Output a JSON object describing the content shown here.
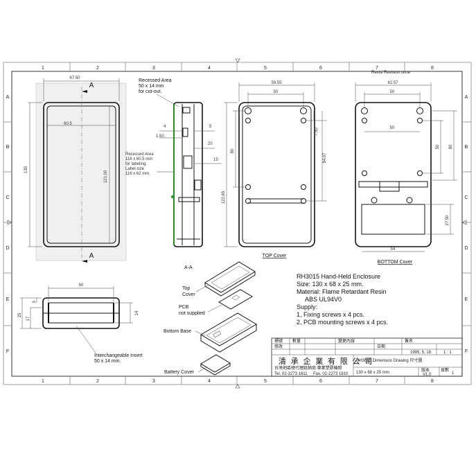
{
  "zones": {
    "columns": [
      "1",
      "2",
      "3",
      "4",
      "5",
      "6",
      "7",
      "8"
    ],
    "rows": [
      "A",
      "B",
      "C",
      "D",
      "E",
      "F"
    ]
  },
  "revision_header": "Revisi Revision none",
  "section_marks": {
    "a_top": "A",
    "a_bottom": "A",
    "aa_label": "A-A"
  },
  "front_view": {
    "dims": {
      "width": "67.50",
      "inner_width": "60.5",
      "height": "130",
      "inner_height": "121.00"
    }
  },
  "recessed_area_note": [
    "Recessed Area",
    "50 x 14 mm",
    "for cut-out."
  ],
  "recessed_label_note": [
    "Recessed Area",
    "116 x 60.5 mm",
    "for labeling.",
    "Label size",
    "116 x 62 mm."
  ],
  "side_view": {
    "dims": {
      "d4": "4",
      "d5": "5",
      "d150": "1.50",
      "d20": "20",
      "d15": "15"
    }
  },
  "top_cover": {
    "title": "TOP Cover",
    "dims": {
      "width": "59.55",
      "hole_span": "50",
      "d750": "7.50",
      "d80": "80",
      "d8407": "84.07",
      "d12265": "122.65"
    }
  },
  "bottom_cover": {
    "title": "BOTTOM Cover",
    "dims": {
      "width": "62.57",
      "hole_span": "50",
      "inner_span": "50",
      "v80": "80",
      "v50": "50",
      "d2750": "27.50",
      "d54": "54"
    }
  },
  "end_view": {
    "dims": {
      "width": "50",
      "h25": "25",
      "h17": "17",
      "h3": "3",
      "h14": "14"
    }
  },
  "insert_note": [
    "Interchangeable Insert",
    "50 x 14 mm."
  ],
  "exploded_labels": {
    "top_cover": [
      "Top",
      "Cover"
    ],
    "pcb": [
      "PCB",
      "not supplied"
    ],
    "bottom_base": "Bottom Base",
    "battery_cover": "Battery Cover"
  },
  "spec": {
    "title": "RH3015 Hand-Held Enclosure",
    "size": "Size: 130 x 68 x 25 mm.",
    "material_1": "Material: Flame Retardant Resin",
    "material_2": "ABS UL94V0",
    "supply": "Supply:",
    "supply_1": "1, Fixing screws x 4 pcs.",
    "supply_2": "2, PCB mounting screws x 4 pcs."
  },
  "title_block": {
    "headers": [
      "標號",
      "數量",
      "修改",
      "變更內容",
      "日期",
      "簽名"
    ],
    "date": "1995, 5, 18",
    "scale": "1 : 1",
    "company_cn": "清 承 企 業 有 限 公 司",
    "company_sub": "台灣地區總代理經銷商 專業塑膠機殼",
    "phone": "Tel. 02-2273 1811",
    "fax": "Fax. 02-2273 1810",
    "drawing_title": "RH3015 Dimension Drawing 尺寸圖",
    "drawing_size": "130 x 68 x 25 mm.",
    "version_label": "版本",
    "version": "V1.0",
    "page_label": "頁數",
    "page": "1"
  }
}
